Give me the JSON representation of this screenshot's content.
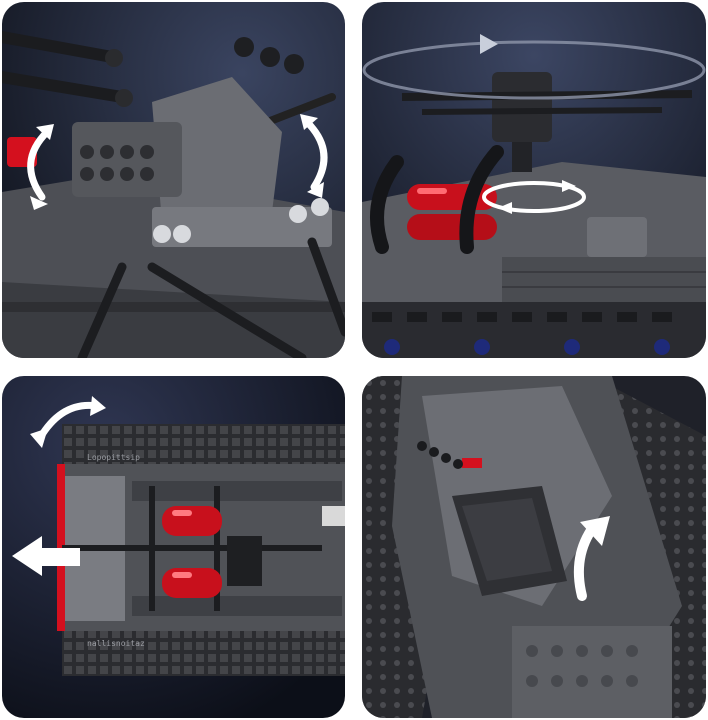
{
  "colors": {
    "background": "#ffffff",
    "panel_backdrop": "#1c2233",
    "brick_gray": "#5b5d62",
    "brick_dark": "#2c2d31",
    "accent_red": "#d4101e",
    "arrow_white": "#ffffff"
  },
  "panels": [
    {
      "subject": "anti-aircraft gun mount, elevation",
      "icon": "rotate-vertical-arrow-icon"
    },
    {
      "subject": "turret rotation",
      "icon": "rotate-horizontal-ring-icon"
    },
    {
      "subject": "hull top view",
      "icon": "slide-arrow-icon"
    },
    {
      "subject": "rear hatch",
      "icon": "lift-arrow-icon"
    }
  ],
  "stamps": {
    "top_text": "Lopopittsip",
    "bottom_text": "nallisnoitaz"
  }
}
